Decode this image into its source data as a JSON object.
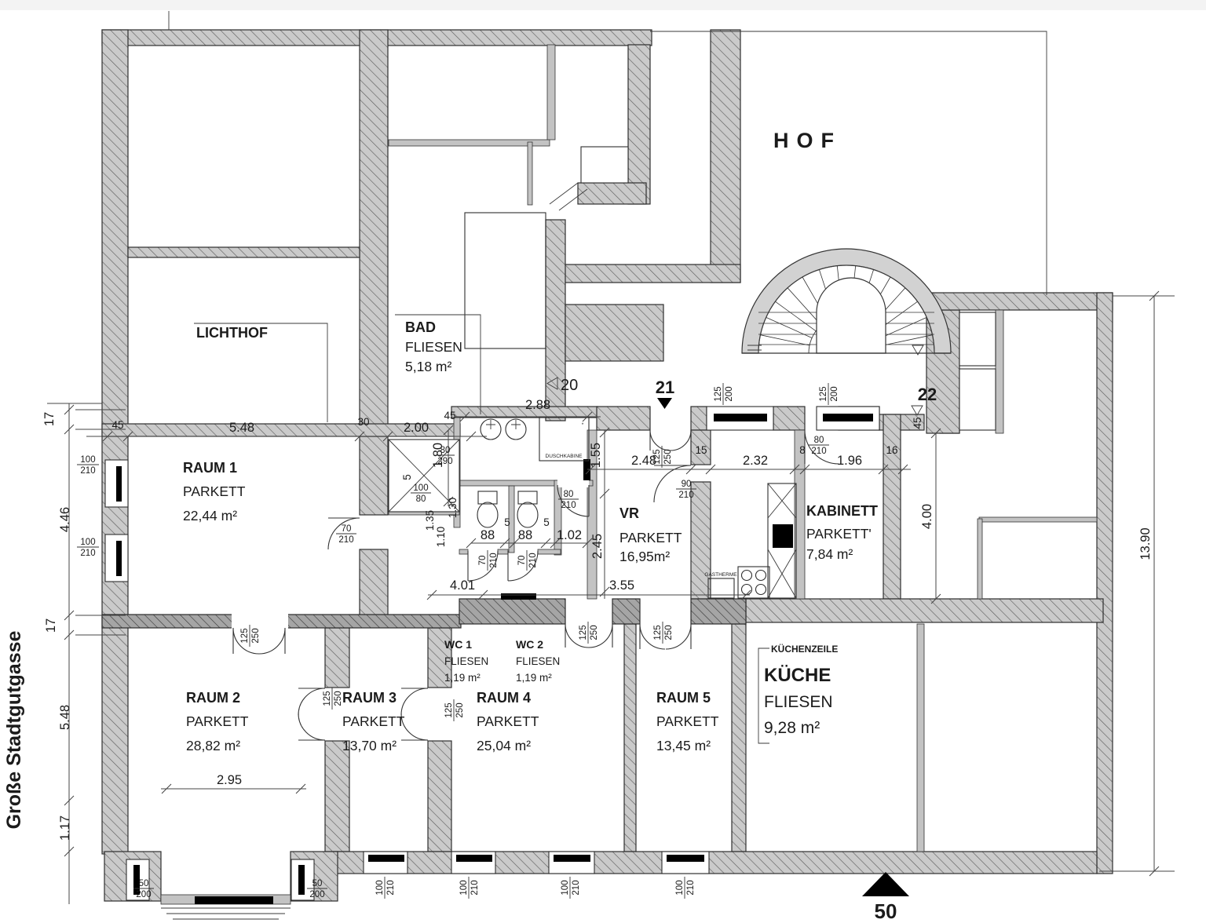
{
  "area_labels": {
    "hof": "HOF",
    "lichthof": "LICHTHOF",
    "street": "Große Stadtgutgasse"
  },
  "rooms": {
    "raum1": {
      "name": "RAUM 1",
      "floor": "PARKETT",
      "area": "22,44 m²"
    },
    "raum2": {
      "name": "RAUM 2",
      "floor": "PARKETT",
      "area": "28,82 m²"
    },
    "raum3": {
      "name": "RAUM 3",
      "floor": "PARKETT",
      "area": "13,70 m²"
    },
    "raum4": {
      "name": "RAUM 4",
      "floor": "PARKETT",
      "area": "25,04 m²"
    },
    "raum5": {
      "name": "RAUM 5",
      "floor": "PARKETT",
      "area": "13,45 m²"
    },
    "kueche": {
      "name": "KÜCHE",
      "floor": "FLIESEN",
      "area": "9,28 m²"
    },
    "bad": {
      "name": "BAD",
      "floor": "FLIESEN",
      "area": "5,18 m²"
    },
    "wc1": {
      "name": "WC 1",
      "floor": "FLIESEN",
      "area": "1,19 m²"
    },
    "wc2": {
      "name": "WC 2",
      "floor": "FLIESEN",
      "area": "1,19 m²"
    },
    "vr": {
      "name": "VR",
      "floor": "PARKETT",
      "area": "16,95m²"
    },
    "kabinett": {
      "name": "KABINETT",
      "floor": "PARKETT'",
      "area": "7,84 m²"
    }
  },
  "fixtures": {
    "duschkabine": "DUSCHKABINE",
    "gastherme": "GASTHERME",
    "kuechenzeile": "KÜCHENZEILE"
  },
  "markers": {
    "m20": "20",
    "m21": "21",
    "m22": "22",
    "m50": "50"
  },
  "dims": {
    "d548": "5.48",
    "d200": "2.00",
    "d288": "2.88",
    "d248": "2.48",
    "d232": "2.32",
    "d196": "1.96",
    "d295": "2.95",
    "d401": "4.01",
    "d355": "3.55",
    "d102": "1.02",
    "d88": "88",
    "d45": "45",
    "d30": "30",
    "d15": "15",
    "d8": "8",
    "d16": "16",
    "d5": "5",
    "d17": "17",
    "d446": "4.46",
    "d117": "1.17",
    "d180": "1.80",
    "d155": "1.55",
    "d245": "2.45",
    "d130": "1.30",
    "d135": "1.35",
    "d110": "1.10",
    "d400": "4.00",
    "d1390": "13.90"
  },
  "nums": {
    "n50": "50",
    "n70": "70",
    "n80": "80",
    "n90": "90",
    "n100": "100",
    "n125": "125",
    "n200": "200",
    "n210": "210",
    "n250": "250",
    "n290": "290"
  },
  "colors": {
    "wall": "#cacaca",
    "wall_dark": "#a5a5a5",
    "line": "#2e2e2e",
    "stair": "#d2d2d2"
  }
}
